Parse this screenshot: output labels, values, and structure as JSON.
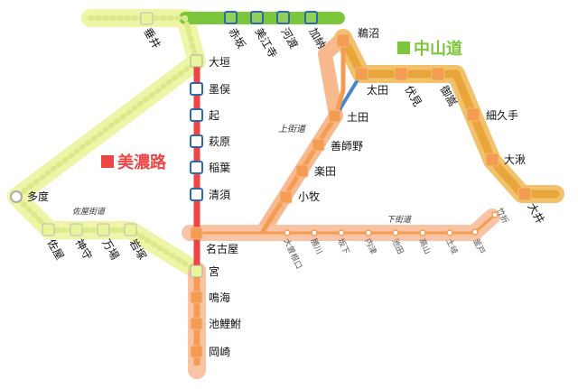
{
  "colors": {
    "minoji": "#ef4444",
    "nakasendo": "#7cc63c",
    "nakasendo_line": "#e7a53a",
    "upper_road": "#f39c52",
    "saya_road": "#e6ef8c",
    "lower_road": "#f6b08e",
    "blue_link": "#4a86c8"
  },
  "legend": {
    "minoji": "美濃路",
    "nakasendo": "中山道"
  },
  "routes": {
    "upper": "上街道",
    "lower": "下街道",
    "saya": "佐屋街道"
  },
  "stations": {
    "tarui": "垂井",
    "akasaka": "赤坂",
    "mieji": "美江寺",
    "godo": "河渡",
    "kano": "加納",
    "unuma": "鵜沼",
    "ogaki": "大垣",
    "sunomata": "墨俣",
    "okoshi": "起",
    "hagiwara": "萩原",
    "inaba": "稲葉",
    "kiyosu": "清須",
    "nagoya": "名古屋",
    "miya": "宮",
    "narumi": "鳴海",
    "chiryu": "池鯉鮒",
    "okazaki": "岡崎",
    "tado": "多度",
    "saya": "佐屋",
    "jimoku": "神守",
    "manba": "万場",
    "iwatsuka": "岩塚",
    "ota": "太田",
    "fushimi": "伏見",
    "mitake": "御嵩",
    "hosokute": "細久手",
    "okute": "大湫",
    "oi": "大井",
    "tsuchida": "土田",
    "zenjino": "善師野",
    "gakuden": "楽田",
    "komaki": "小牧",
    "ozone": "大曽根口",
    "katsukawa": "勝川",
    "sakashita": "坂下",
    "utsutsu": "内津",
    "ikeda": "池田",
    "takayama": "高山",
    "tokigaoka": "土岐",
    "kamado": "釜戸",
    "takenori": "竹折"
  }
}
